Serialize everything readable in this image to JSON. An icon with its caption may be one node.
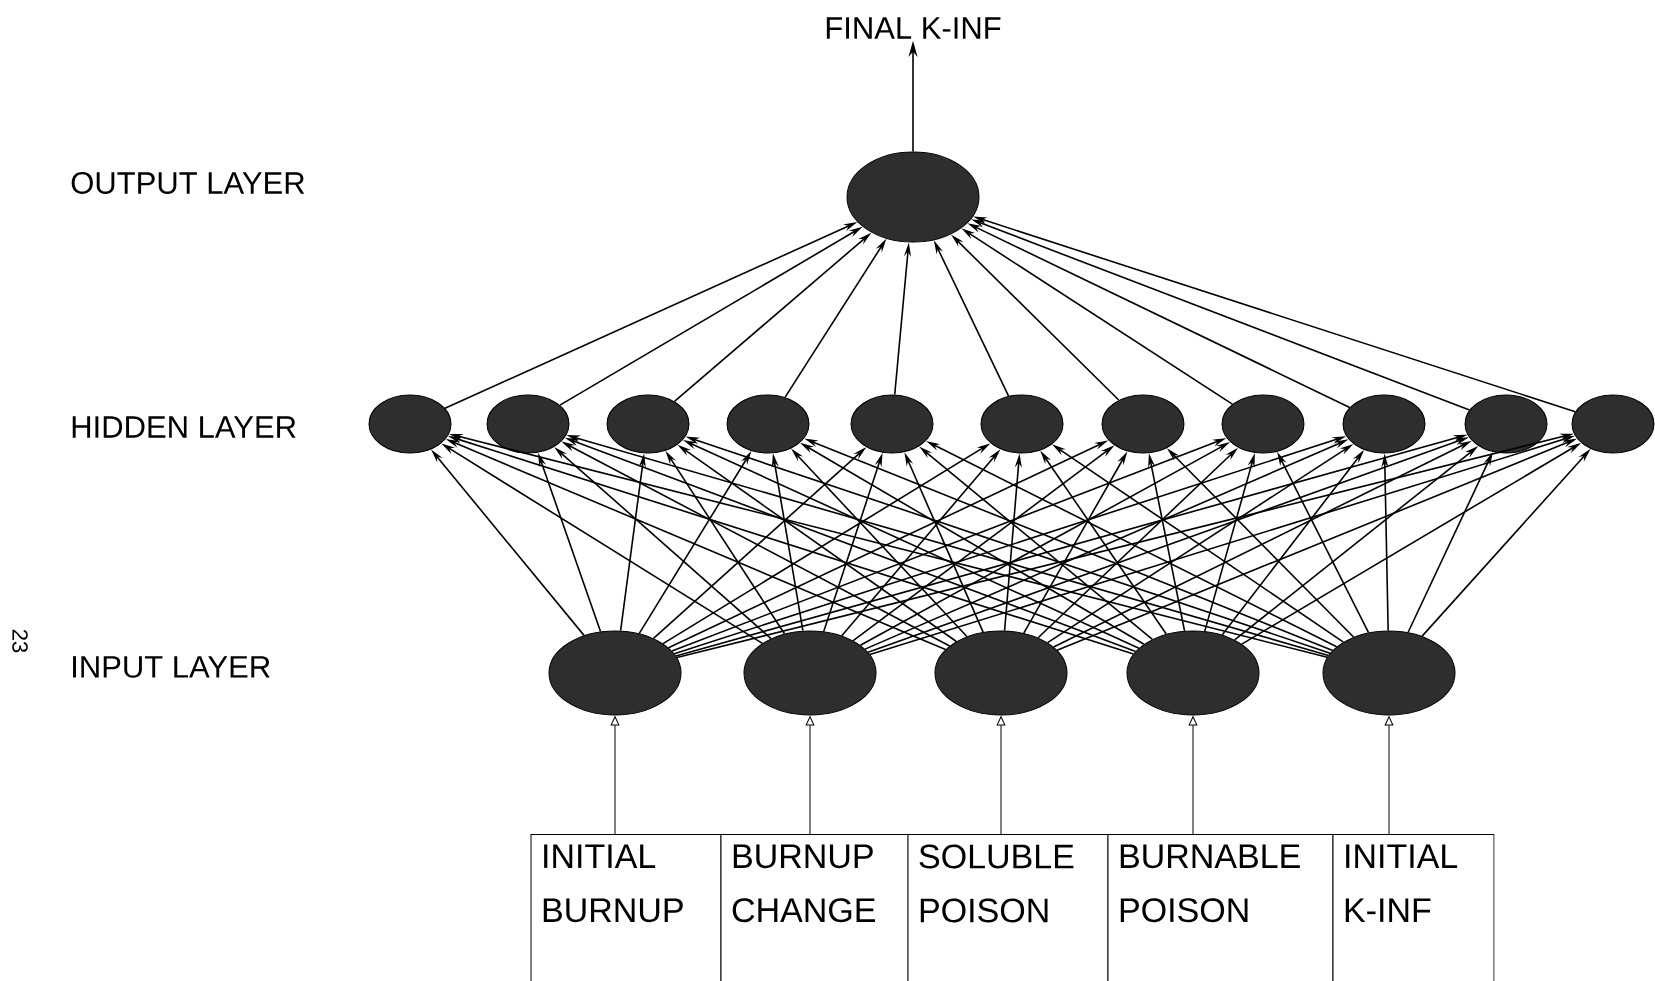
{
  "diagram": {
    "nodes": [
      {
        "text": [
          "FINAL K-INF"
        ]
      },
      {
        "text": [],
        "shape": "ellipse"
      },
      {
        "text": [],
        "shape": "ellipse"
      },
      {
        "text": [],
        "shape": "ellipse"
      },
      {
        "text": [],
        "shape": "ellipse"
      },
      {
        "text": [],
        "shape": "ellipse"
      },
      {
        "text": [],
        "shape": "ellipse"
      },
      {
        "text": [],
        "shape": "ellipse"
      },
      {
        "text": [],
        "shape": "ellipse"
      },
      {
        "text": [],
        "shape": "ellipse"
      },
      {
        "text": [],
        "shape": "ellipse"
      },
      {
        "text": [],
        "shape": "ellipse"
      },
      {
        "text": [],
        "shape": "ellipse"
      },
      {
        "text": [],
        "shape": "ellipse"
      },
      {
        "text": [],
        "shape": "ellipse"
      },
      {
        "text": [],
        "shape": "ellipse"
      },
      {
        "text": [],
        "shape": "ellipse"
      },
      {
        "text": [],
        "shape": "ellipse"
      },
      {
        "text": [
          "INITIAL BURNUP"
        ]
      },
      {
        "text": [
          "BURNUP CHANGE"
        ]
      },
      {
        "text": [
          "SOLUBLE POISON"
        ]
      },
      {
        "text": [
          "BURNABLE POISON"
        ]
      },
      {
        "text": [
          "INITIAL K-INF"
        ]
      }
    ],
    "edges": [
      {
        "from": 1,
        "to": 0,
        "arrow": "to"
      },
      {
        "from": 2,
        "to": 1,
        "arrow": "to"
      },
      {
        "from": 3,
        "to": 1,
        "arrow": "to"
      },
      {
        "from": 4,
        "to": 1,
        "arrow": "to"
      },
      {
        "from": 5,
        "to": 1,
        "arrow": "to"
      },
      {
        "from": 6,
        "to": 1,
        "arrow": "to"
      },
      {
        "from": 7,
        "to": 1,
        "arrow": "to"
      },
      {
        "from": 8,
        "to": 1,
        "arrow": "to"
      },
      {
        "from": 9,
        "to": 1,
        "arrow": "to"
      },
      {
        "from": 10,
        "to": 1,
        "arrow": "to"
      },
      {
        "from": 11,
        "to": 1,
        "arrow": "to"
      },
      {
        "from": 12,
        "to": 1,
        "arrow": "to"
      },
      {
        "from": 13,
        "to": 2,
        "arrow": "to"
      },
      {
        "from": 13,
        "to": 3,
        "arrow": "to"
      },
      {
        "from": 13,
        "to": 4,
        "arrow": "to"
      },
      {
        "from": 13,
        "to": 5,
        "arrow": "to"
      },
      {
        "from": 13,
        "to": 6,
        "arrow": "to"
      },
      {
        "from": 13,
        "to": 7,
        "arrow": "to"
      },
      {
        "from": 13,
        "to": 8,
        "arrow": "to"
      },
      {
        "from": 13,
        "to": 9,
        "arrow": "to"
      },
      {
        "from": 13,
        "to": 10,
        "arrow": "to"
      },
      {
        "from": 13,
        "to": 11,
        "arrow": "to"
      },
      {
        "from": 13,
        "to": 12,
        "arrow": "to"
      },
      {
        "from": 14,
        "to": 2,
        "arrow": "to"
      },
      {
        "from": 14,
        "to": 3,
        "arrow": "to"
      },
      {
        "from": 14,
        "to": 4,
        "arrow": "to"
      },
      {
        "from": 14,
        "to": 5,
        "arrow": "to"
      },
      {
        "from": 14,
        "to": 6,
        "arrow": "to"
      },
      {
        "from": 14,
        "to": 7,
        "arrow": "to"
      },
      {
        "from": 14,
        "to": 8,
        "arrow": "to"
      },
      {
        "from": 14,
        "to": 9,
        "arrow": "to"
      },
      {
        "from": 14,
        "to": 10,
        "arrow": "to"
      },
      {
        "from": 14,
        "to": 11,
        "arrow": "to"
      },
      {
        "from": 14,
        "to": 12,
        "arrow": "to"
      },
      {
        "from": 15,
        "to": 2,
        "arrow": "to"
      },
      {
        "from": 15,
        "to": 3,
        "arrow": "to"
      },
      {
        "from": 15,
        "to": 4,
        "arrow": "to"
      },
      {
        "from": 15,
        "to": 5,
        "arrow": "to"
      },
      {
        "from": 15,
        "to": 6,
        "arrow": "to"
      },
      {
        "from": 15,
        "to": 7,
        "arrow": "to"
      },
      {
        "from": 15,
        "to": 8,
        "arrow": "to"
      },
      {
        "from": 15,
        "to": 9,
        "arrow": "to"
      },
      {
        "from": 15,
        "to": 10,
        "arrow": "to"
      },
      {
        "from": 15,
        "to": 11,
        "arrow": "to"
      },
      {
        "from": 15,
        "to": 12,
        "arrow": "to"
      },
      {
        "from": 16,
        "to": 2,
        "arrow": "to"
      },
      {
        "from": 16,
        "to": 3,
        "arrow": "to"
      },
      {
        "from": 16,
        "to": 4,
        "arrow": "to"
      },
      {
        "from": 16,
        "to": 5,
        "arrow": "to"
      },
      {
        "from": 16,
        "to": 6,
        "arrow": "to"
      },
      {
        "from": 16,
        "to": 7,
        "arrow": "to"
      },
      {
        "from": 16,
        "to": 8,
        "arrow": "to"
      },
      {
        "from": 16,
        "to": 9,
        "arrow": "to"
      },
      {
        "from": 16,
        "to": 10,
        "arrow": "to"
      },
      {
        "from": 16,
        "to": 11,
        "arrow": "to"
      },
      {
        "from": 16,
        "to": 12,
        "arrow": "to"
      },
      {
        "from": 17,
        "to": 2,
        "arrow": "to"
      },
      {
        "from": 17,
        "to": 3,
        "arrow": "to"
      },
      {
        "from": 17,
        "to": 4,
        "arrow": "to"
      },
      {
        "from": 17,
        "to": 5,
        "arrow": "to"
      },
      {
        "from": 17,
        "to": 6,
        "arrow": "to"
      },
      {
        "from": 17,
        "to": 7,
        "arrow": "to"
      },
      {
        "from": 17,
        "to": 8,
        "arrow": "to"
      },
      {
        "from": 17,
        "to": 9,
        "arrow": "to"
      },
      {
        "from": 17,
        "to": 10,
        "arrow": "to"
      },
      {
        "from": 17,
        "to": 11,
        "arrow": "to"
      },
      {
        "from": 17,
        "to": 12,
        "arrow": "to"
      },
      {
        "from": 18,
        "to": 13,
        "arrow": "to"
      },
      {
        "from": 19,
        "to": 14,
        "arrow": "to"
      },
      {
        "from": 20,
        "to": 15,
        "arrow": "to"
      },
      {
        "from": 21,
        "to": 16,
        "arrow": "to"
      },
      {
        "from": 22,
        "to": 17,
        "arrow": "to"
      }
    ],
    "labels": [
      "OUTPUT LAYER",
      "HIDDEN LAYER",
      "INPUT LAYER",
      "23"
    ]
  }
}
